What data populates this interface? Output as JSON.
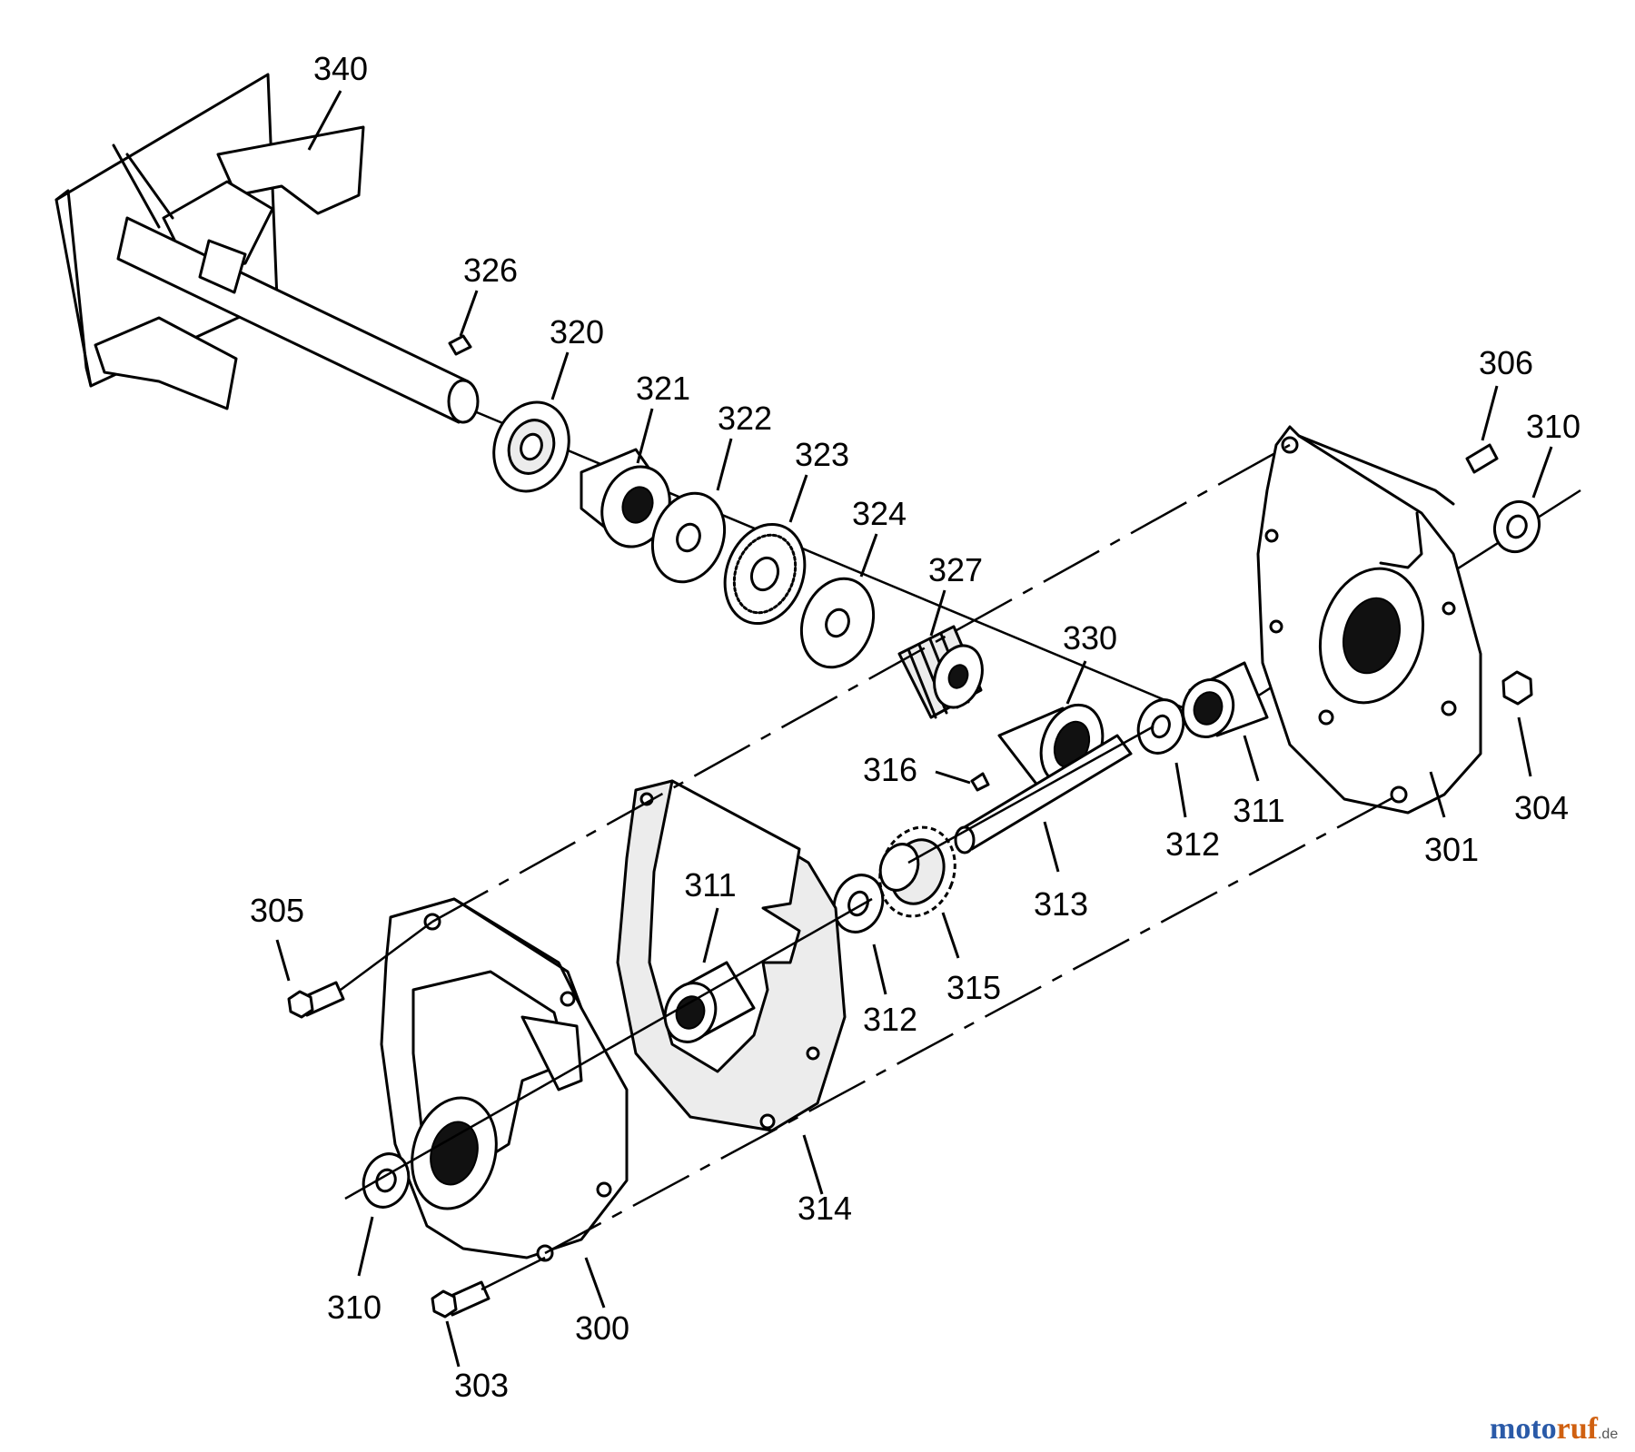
{
  "labels": {
    "p340": "340",
    "p326": "326",
    "p320": "320",
    "p321": "321",
    "p322": "322",
    "p323": "323",
    "p324": "324",
    "p327": "327",
    "p330": "330",
    "p306": "306",
    "p310_right": "310",
    "p304": "304",
    "p301": "301",
    "p311_right": "311",
    "p312_right": "312",
    "p313": "313",
    "p316": "316",
    "p315": "315",
    "p312_left": "312",
    "p311_left": "311",
    "p305": "305",
    "p314": "314",
    "p310_left": "310",
    "p300": "300",
    "p303": "303"
  },
  "watermark": {
    "part1": "moto",
    "part2": "ruf",
    "suffix": ".de"
  },
  "colors": {
    "line": "#000000",
    "background": "#ffffff",
    "watermark_blue": "#2a5aa8",
    "watermark_orange": "#d06010"
  }
}
